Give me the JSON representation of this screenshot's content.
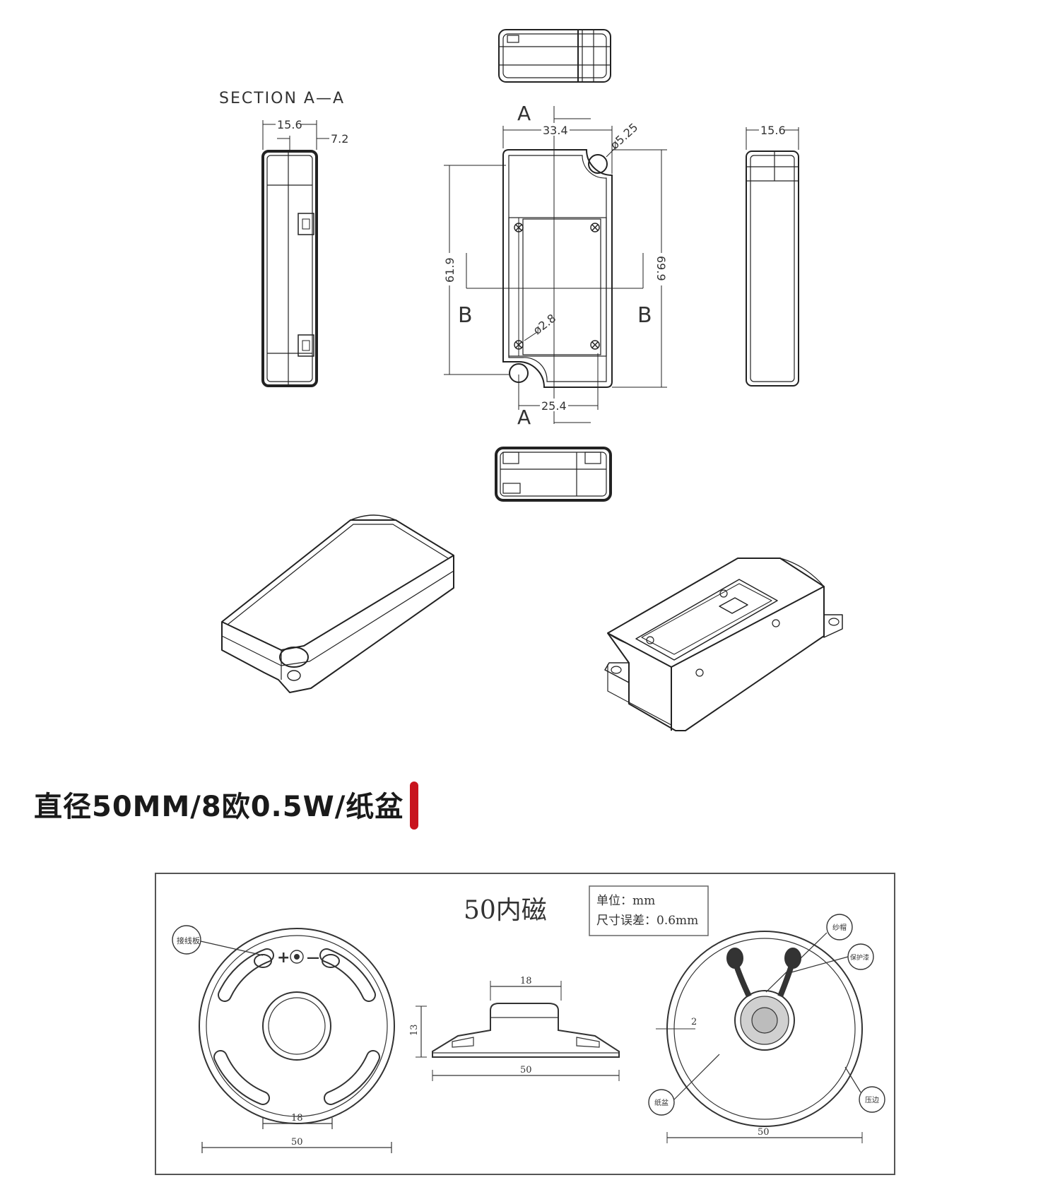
{
  "enclosure": {
    "section_label": "SECTION  A—A",
    "dim_width_side": "15.6",
    "dim_slot": "7.2",
    "dim_top_width": "33.4",
    "dim_big_hole": "ø5.25",
    "dim_inner_height": "61.9",
    "dim_outer_height": "69.9",
    "dim_small_hole": "ø2.8",
    "dim_bottom_width": "25.4",
    "dim_right_width": "15.6",
    "mark_a_top": "A",
    "mark_a_bottom": "A",
    "mark_b_left": "B",
    "mark_b_right": "B"
  },
  "heading": {
    "text": "直径50MM/8欧0.5W/纸盆",
    "accent_color": "#c8141e"
  },
  "speaker": {
    "title": "50内磁",
    "unit_line": "单位：mm",
    "tolerance_line": "尺寸误差：0.6mm",
    "callout_terminal": "接线板",
    "callout_mesh": "纱帽",
    "callout_protect": "保护漆",
    "callout_cone": "纸盆",
    "callout_rim": "压边",
    "front_dim_inner": "18",
    "front_dim_outer": "50",
    "side_dim_top": "18",
    "side_dim_height": "13",
    "side_dim_width": "50",
    "back_dim_gap": "2",
    "back_dim_outer": "50",
    "polarity_plus": "+",
    "polarity_minus": "—"
  }
}
